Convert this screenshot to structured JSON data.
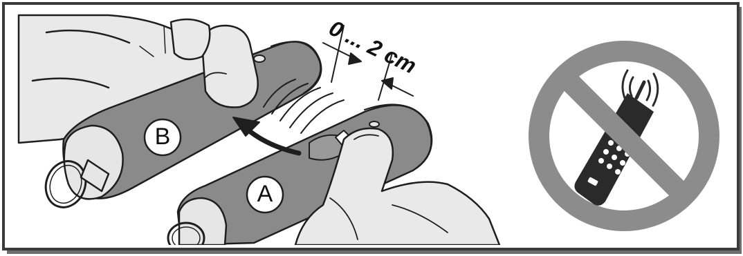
{
  "illustration": {
    "remote_b_label": "B",
    "remote_a_label": "A",
    "distance_label": "0 ... 2 cm"
  },
  "colors": {
    "remote_body": "#8a8a8a",
    "remote_cap": "#e6e6e6",
    "hand": "#e9e9e9",
    "outline": "#1e1e1e",
    "prohibition_sign": "#8c8c8c",
    "phone": "#2a2a2a"
  },
  "icons": [
    "hand-icon",
    "remote-icon",
    "keyring-icon",
    "signal-waves-icon",
    "arrow-icon",
    "no-mobile-phone-icon"
  ]
}
